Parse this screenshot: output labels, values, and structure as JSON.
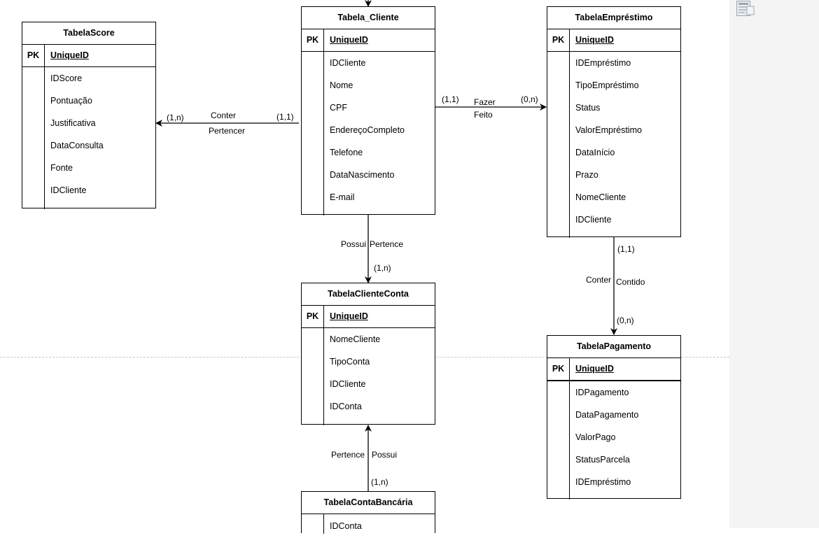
{
  "entities": {
    "score": {
      "title": "TabelaScore",
      "pk_label": "PK",
      "pk": "UniqueID",
      "fields": [
        "IDScore",
        "Pontuação",
        "Justificativa",
        "DataConsulta",
        "Fonte",
        "IDCliente"
      ]
    },
    "cliente": {
      "title": "Tabela_Cliente",
      "pk_label": "PK",
      "pk": "UniqueID",
      "fields": [
        "IDCliente",
        "Nome",
        "CPF",
        "EndereçoCompleto",
        "Telefone",
        "DataNascimento",
        "E-mail"
      ]
    },
    "emprestimo": {
      "title": "TabelaEmpréstimo",
      "pk_label": "PK",
      "pk": "UniqueID",
      "fields": [
        "IDEmpréstimo",
        "TipoEmpréstimo",
        "Status",
        "ValorEmpréstimo",
        "DataInício",
        "Prazo",
        "NomeCliente",
        "IDCliente"
      ]
    },
    "cliente_conta": {
      "title": "TabelaClienteConta",
      "pk_label": "PK",
      "pk": "UniqueID",
      "fields": [
        "NomeCliente",
        "TipoConta",
        "IDCliente",
        "IDConta"
      ]
    },
    "pagamento": {
      "title": "TabelaPagamento",
      "pk_label": "PK",
      "pk": "UniqueID",
      "fields": [
        "IDPagamento",
        "DataPagamento",
        "ValorPago",
        "StatusParcela",
        "IDEmpréstimo"
      ]
    },
    "conta_bancaria": {
      "title": "TabelaContaBancária",
      "fields": [
        "IDConta"
      ]
    }
  },
  "relations": {
    "cliente_score": {
      "verb_top": "Conter",
      "verb_bottom": "Pertencer",
      "card_source": "(1,1)",
      "card_target": "(1,n)"
    },
    "cliente_emprestimo": {
      "verb_top": "Fazer",
      "verb_bottom": "Feito",
      "card_source": "(1,1)",
      "card_target": "(0,n)"
    },
    "cliente_clienteconta": {
      "verb_left": "Possui",
      "verb_right": "Pertence",
      "card_target": "(1,n)"
    },
    "emprestimo_pagamento": {
      "verb_left": "Conter",
      "verb_right": "Contido",
      "card_source": "(1,1)",
      "card_target": "(0,n)"
    },
    "contabancaria_clienteconta": {
      "verb_left": "Pertence",
      "verb_right": "Possui",
      "card_source": "(1,n)"
    }
  }
}
